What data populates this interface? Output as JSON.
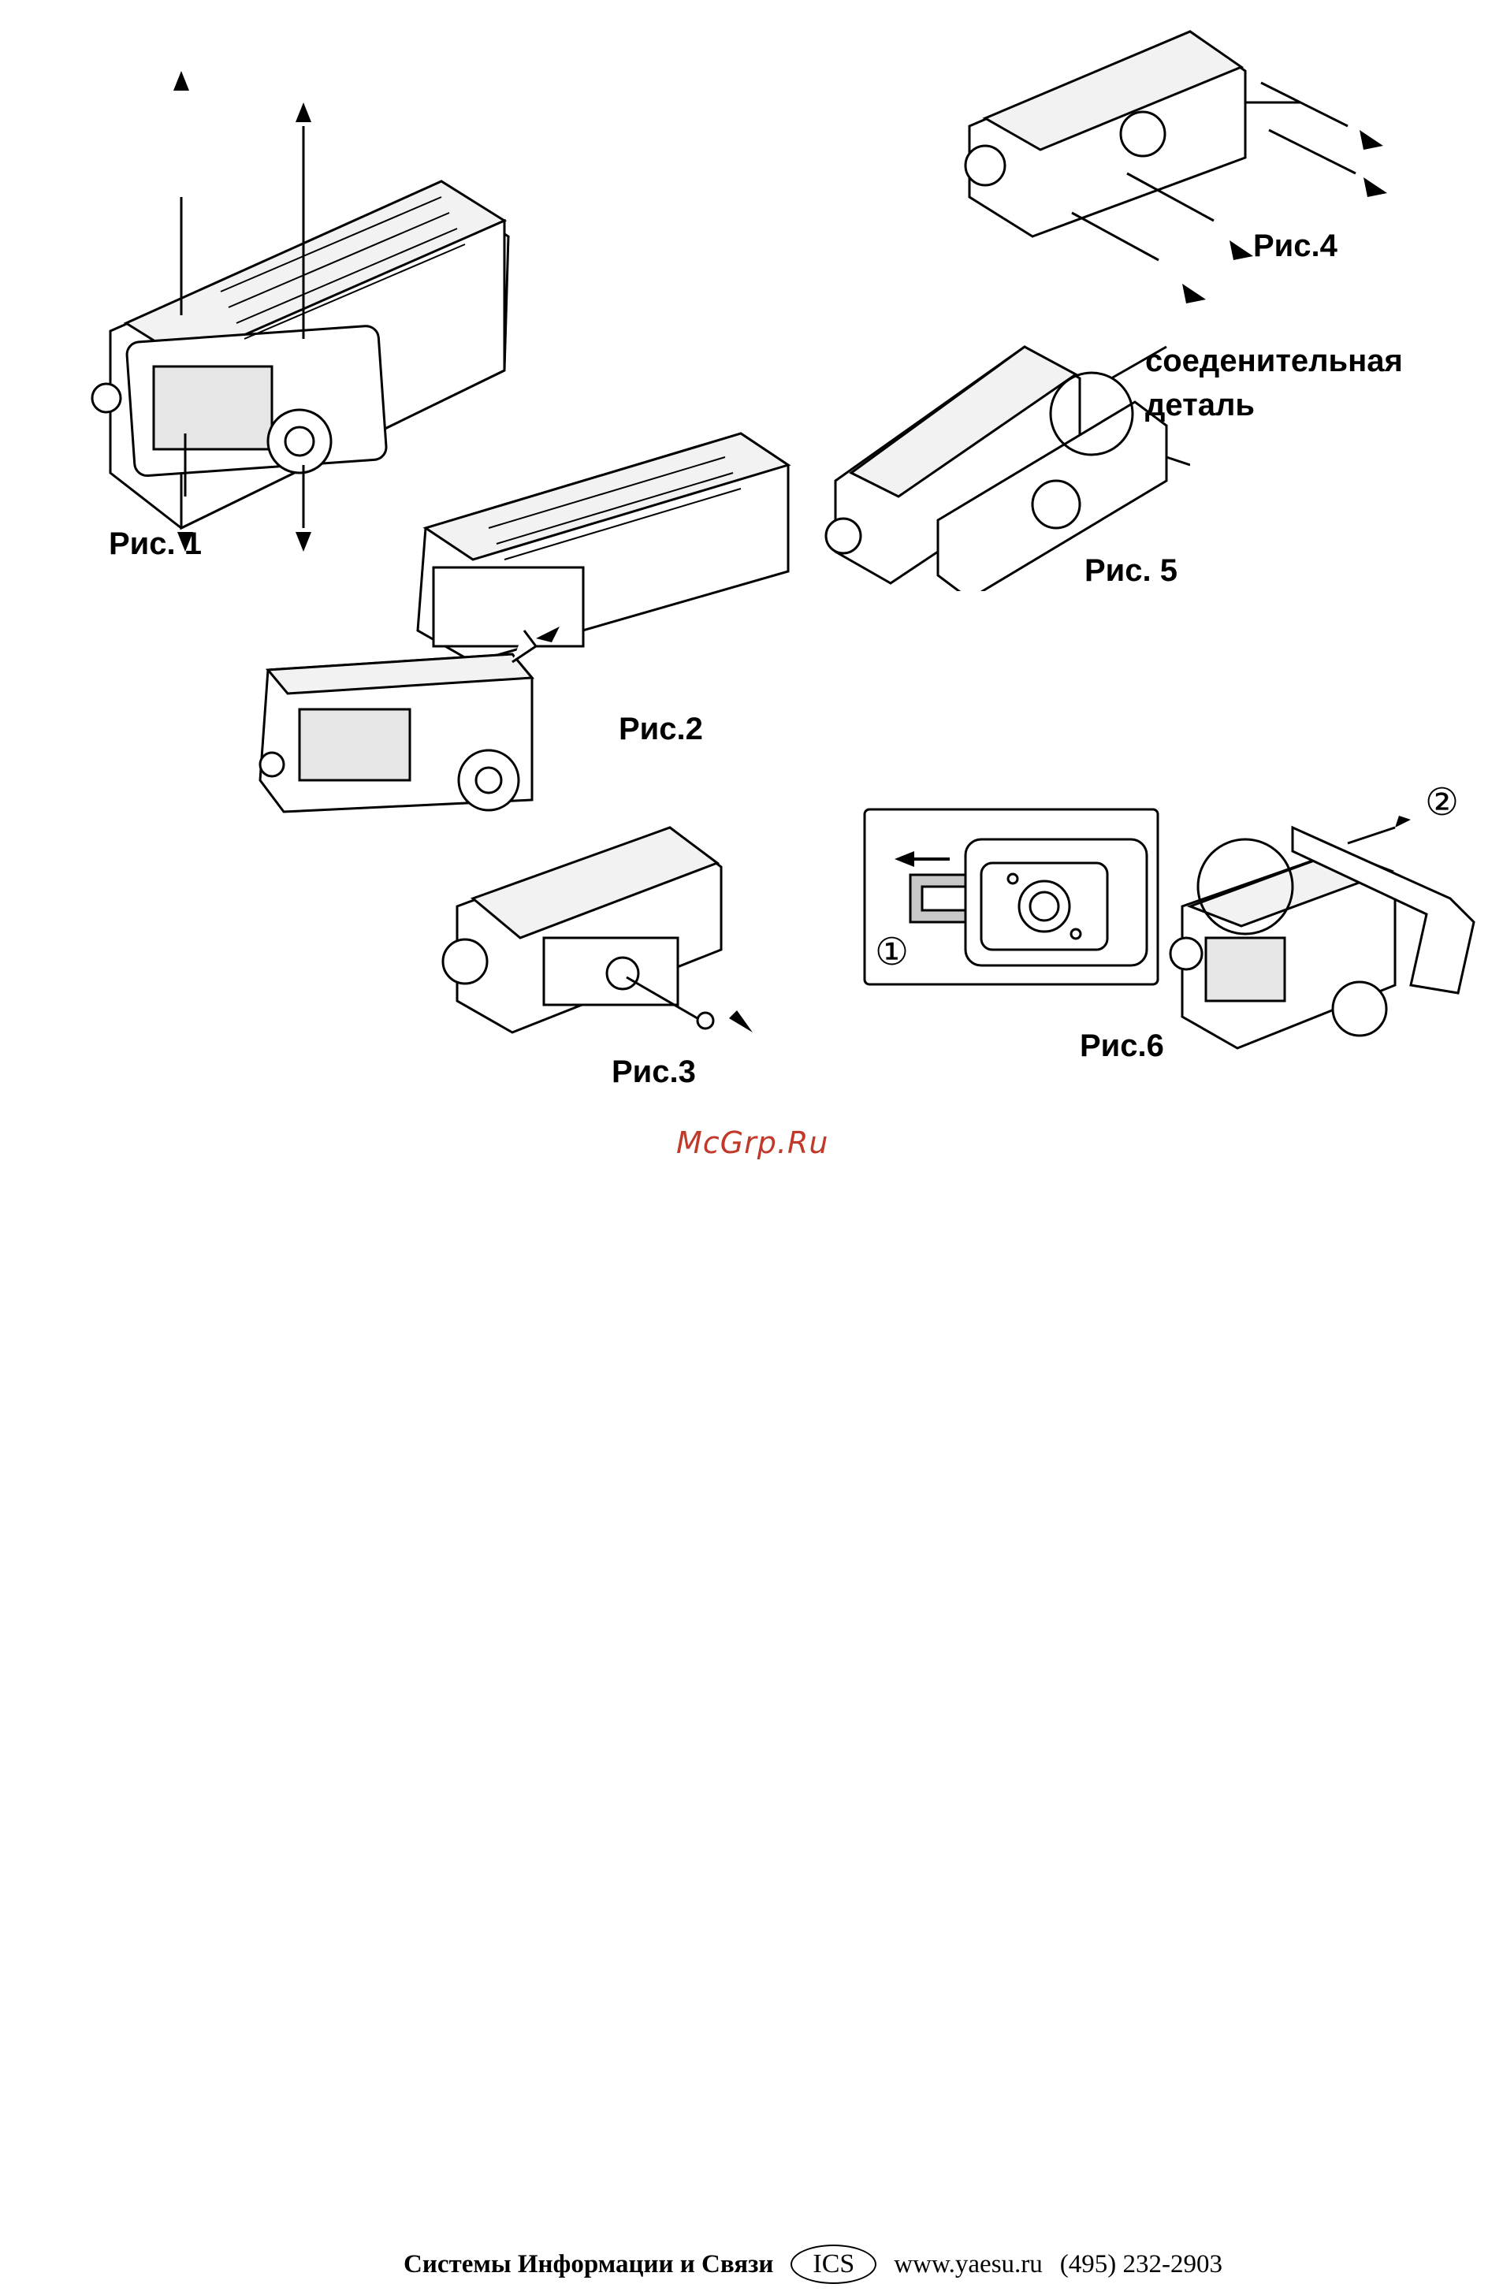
{
  "figures": {
    "fig1": {
      "label": "Рис. 1"
    },
    "fig2": {
      "label": "Рис.2"
    },
    "fig3": {
      "label": "Рис.3"
    },
    "fig4": {
      "label": "Рис.4"
    },
    "fig5": {
      "label": "Рис. 5",
      "callout_line1": "соеденительная",
      "callout_line2": "деталь"
    },
    "fig6": {
      "label": "Рис.6",
      "step1": "①",
      "step2": "②"
    }
  },
  "watermark": "McGrp.Ru",
  "footer": {
    "org": "Системы Информации и Связи",
    "logo": "ICS",
    "site": "www.yaesu.ru",
    "phone": "(495) 232-2903"
  },
  "colors": {
    "line": "#000000",
    "watermark": "#c0392b",
    "screen": "#e6e6e6"
  }
}
